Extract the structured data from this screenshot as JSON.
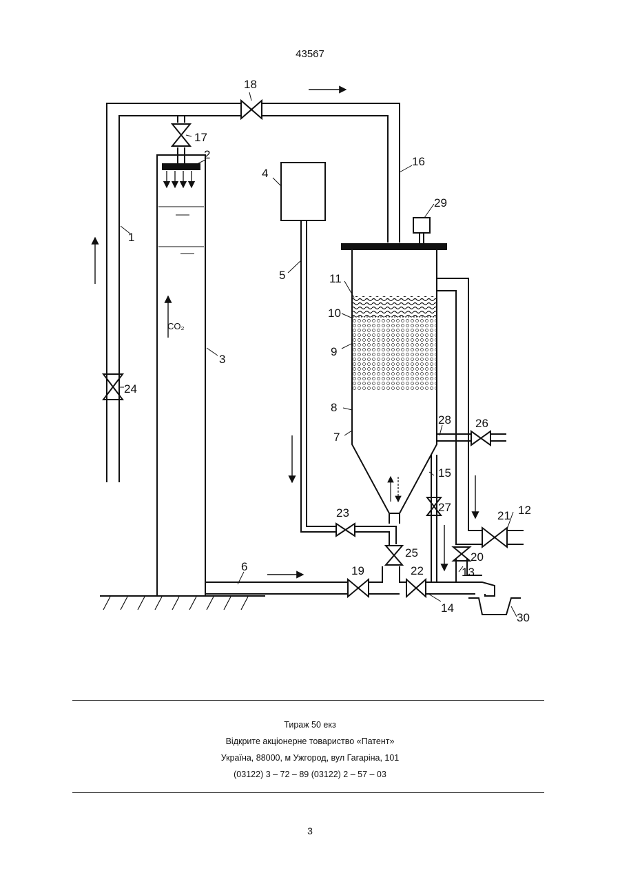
{
  "document": {
    "patent_number": "43567",
    "page_number": "3"
  },
  "figure": {
    "gas_label": "CO₂",
    "labels": {
      "n1": "1",
      "n2": "2",
      "n3": "3",
      "n4": "4",
      "n5": "5",
      "n6": "6",
      "n7": "7",
      "n8": "8",
      "n9": "9",
      "n10": "10",
      "n11": "11",
      "n12": "12",
      "n13": "13",
      "n14": "14",
      "n15": "15",
      "n16": "16",
      "n17": "17",
      "n18": "18",
      "n19": "19",
      "n20": "20",
      "n21": "21",
      "n22": "22",
      "n23": "23",
      "n24": "24",
      "n25": "25",
      "n26": "26",
      "n27": "27",
      "n28": "28",
      "n29": "29",
      "n30": "30"
    }
  },
  "footer": {
    "line1": "Тираж 50 екз",
    "line2": "Відкрите акціонерне товариство «Патент»",
    "line3": "Україна, 88000, м  Ужгород, вул  Гагаріна, 101",
    "line4": "(03122) 3 – 72 – 89   (03122) 2 – 57 – 03"
  }
}
